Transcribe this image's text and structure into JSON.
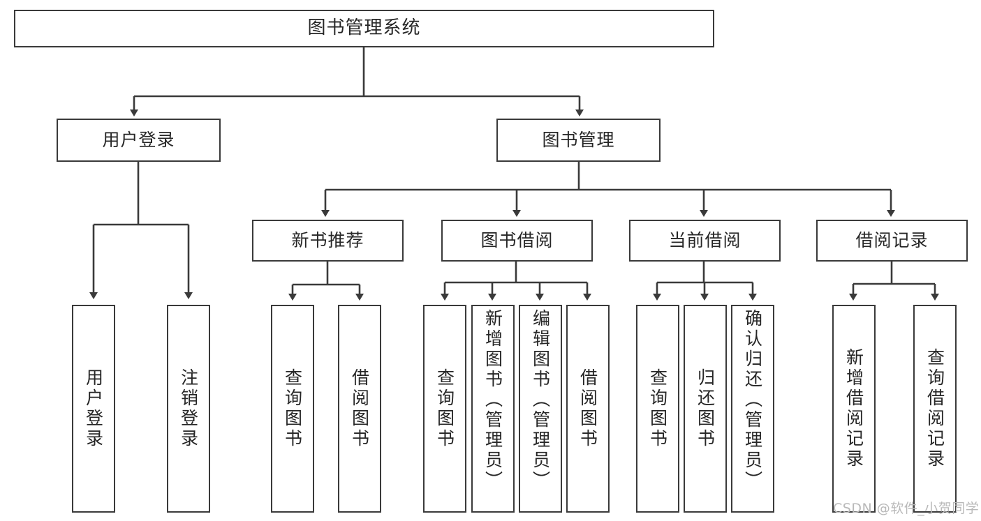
{
  "diagram": {
    "title": "图书管理系统",
    "type": "hierarchy-tree",
    "root": {
      "label": "图书管理系统"
    },
    "level2": [
      {
        "label": "用户登录"
      },
      {
        "label": "图书管理"
      }
    ],
    "level3": [
      {
        "label": "新书推荐"
      },
      {
        "label": "图书借阅"
      },
      {
        "label": "当前借阅"
      },
      {
        "label": "借阅记录"
      }
    ],
    "leaves": {
      "user_login": [
        {
          "label": "用户登录"
        },
        {
          "label": "注销登录"
        }
      ],
      "new_book_recommend": [
        {
          "label": "查询图书"
        },
        {
          "label": "借阅图书"
        }
      ],
      "book_borrow": [
        {
          "label": "查询图书"
        },
        {
          "label": "新增图书（管理员）"
        },
        {
          "label": "编辑图书（管理员）"
        },
        {
          "label": "借阅图书"
        }
      ],
      "current_borrow": [
        {
          "label": "查询图书"
        },
        {
          "label": "归还图书"
        },
        {
          "label": "确认归还（管理员）"
        }
      ],
      "borrow_record": [
        {
          "label": "新增借阅记录"
        },
        {
          "label": "查询借阅记录"
        }
      ]
    }
  },
  "watermark": {
    "text": "CSDN @软件_小贺同学"
  },
  "colors": {
    "stroke": "#3a3a3a",
    "text": "#262626",
    "background": "#ffffff",
    "watermark": "#b9b9b9"
  }
}
